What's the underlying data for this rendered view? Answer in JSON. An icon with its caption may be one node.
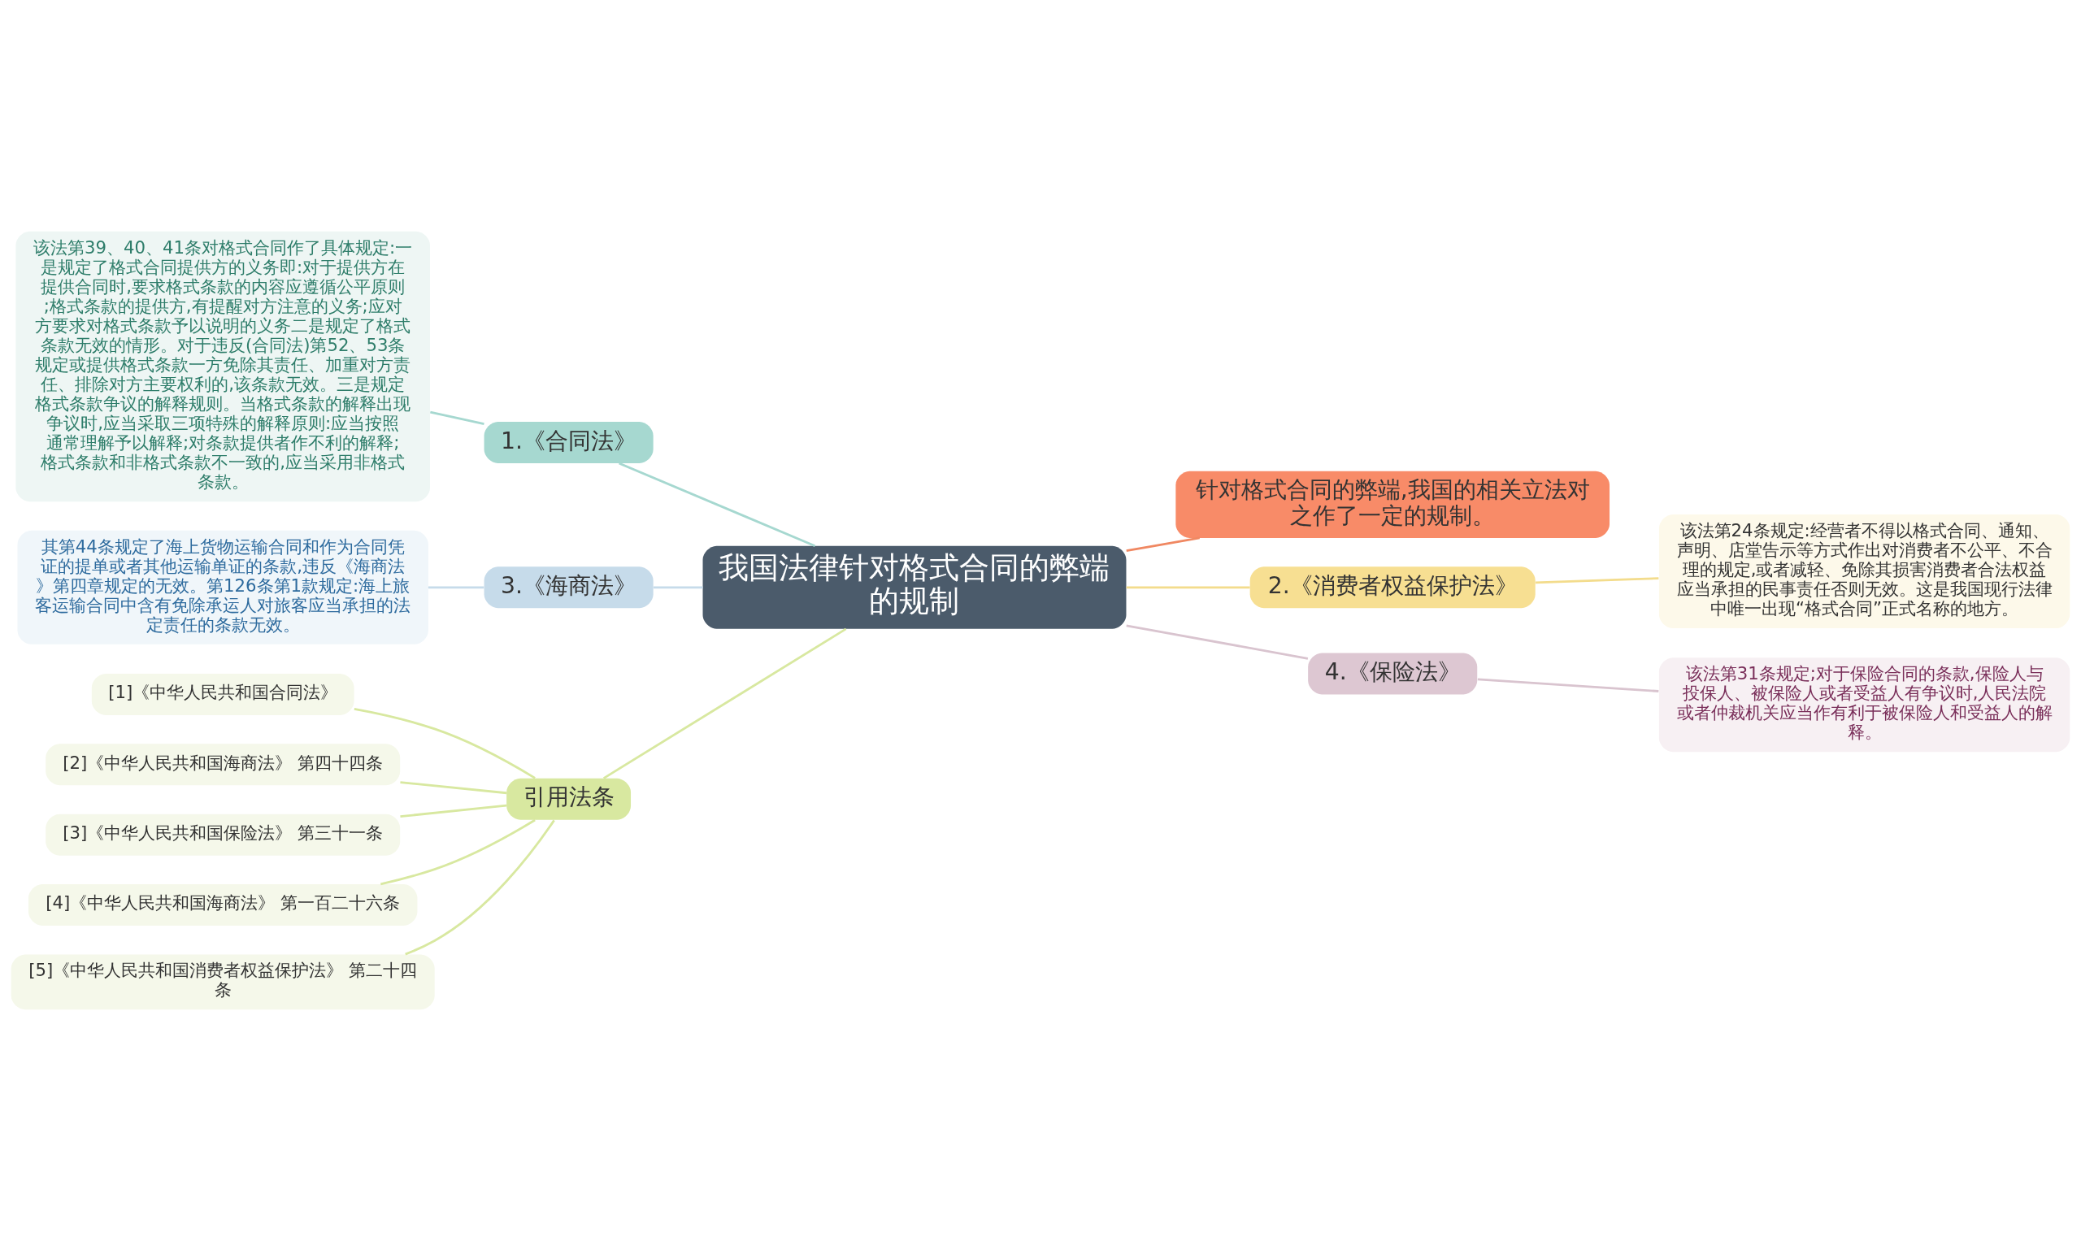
{
  "diagram": {
    "nodes": [
      {
        "text": [
          "我国法律针对格式合同的弊端的规制"
        ]
      },
      {
        "text": [
          "1.《合同法》"
        ]
      },
      {
        "text": [
          "该法第39、40、41条对格式合同作了具体规定:一是规定了格式合同提供方的义务即:对于提供方在提供合同时,要求格式条款的内容应遵循公平原则;格式条款的提供方,有提醒对方注意的义务;应对方要求对格式条款予以说明的义务二是规定了格式条款无效的情形。对于违反(合同法)第52、53条规定或提供格式条款一方免除其责任、加重对方责任、排除对方主要权利的,该条款无效。三是规定格式条款争议的解释规则。当格式条款的解释出现争议时,应当采取三项特殊的解释原则:应当按照通常理解予以解释;对条款提供者作不利的解释;格式条款和非格式条款不一致的,应当采用非格式条款。"
        ]
      },
      {
        "text": [
          "3.《海商法》"
        ]
      },
      {
        "text": [
          "其第44条规定了海上货物运输合同和作为合同凭证的提单或者其他运输单证的条款,违反《海商法》第四章规定的无效。第126条第1款规定:海上旅客运输合同中含有免除承运人对旅客应当承担的法定责任的条款无效。"
        ]
      },
      {
        "text": [
          "引用法条"
        ]
      },
      {
        "text": [
          "[1]《中华人民共和国合同法》"
        ]
      },
      {
        "text": [
          "[2]《中华人民共和国海商法》 第四十四条"
        ]
      },
      {
        "text": [
          "[3]《中华人民共和国保险法》 第三十一条"
        ]
      },
      {
        "text": [
          "[4]《中华人民共和国海商法》 第一百二十六条"
        ]
      },
      {
        "text": [
          "[5]《中华人民共和国消费者权益保护法》 第二十四条"
        ]
      },
      {
        "text": [
          "针对格式合同的弊端,我国的相关立法对之作了一定的规制。"
        ]
      },
      {
        "text": [
          "2.《消费者权益保护法》"
        ]
      },
      {
        "text": [
          "该法第24条规定:经营者不得以格式合同、通知、声明、店堂告示等方式作出对消费者不公平、不合理的规定,或者减轻、免除其损害消费者合法权益应当承担的民事责任否则无效。这是我国现行法律中唯一出现“格式合同”正式名称的地方。"
        ]
      },
      {
        "text": [
          "4.《保险法》"
        ]
      },
      {
        "text": [
          "该法第31条规定;对于保险合同的条款,保险人与投保人、被保险人或者受益人有争议时,人民法院或者仲裁机关应当作有利于被保险人和受益人的解释。"
        ]
      }
    ],
    "edges": [
      {
        "from": 1,
        "to": 0,
        "arrow": "none",
        "color": "#a6d8d0"
      },
      {
        "from": 2,
        "to": 1,
        "arrow": "none",
        "color": "#a6d8d0"
      },
      {
        "from": 3,
        "to": 0,
        "arrow": "none",
        "color": "#c6dbea"
      },
      {
        "from": 4,
        "to": 3,
        "arrow": "none",
        "color": "#c6dbea"
      },
      {
        "from": 5,
        "to": 0,
        "arrow": "none",
        "color": "#d8e8a0"
      },
      {
        "from": 6,
        "to": 5,
        "arrow": "none",
        "color": "#d8e8a0"
      },
      {
        "from": 7,
        "to": 5,
        "arrow": "none",
        "color": "#d8e8a0"
      },
      {
        "from": 8,
        "to": 5,
        "arrow": "none",
        "color": "#d8e8a0"
      },
      {
        "from": 9,
        "to": 5,
        "arrow": "none",
        "color": "#d8e8a0"
      },
      {
        "from": 10,
        "to": 5,
        "arrow": "none",
        "color": "#d8e8a0"
      },
      {
        "from": 0,
        "to": 11,
        "arrow": "none",
        "color": "#f08862"
      },
      {
        "from": 0,
        "to": 12,
        "arrow": "none",
        "color": "#f3dc8c"
      },
      {
        "from": 12,
        "to": 13,
        "arrow": "none",
        "color": "#f3dc8c"
      },
      {
        "from": 0,
        "to": 14,
        "arrow": "none",
        "color": "#d9c4cf"
      },
      {
        "from": 14,
        "to": 15,
        "arrow": "none",
        "color": "#d9c4cf"
      }
    ]
  }
}
